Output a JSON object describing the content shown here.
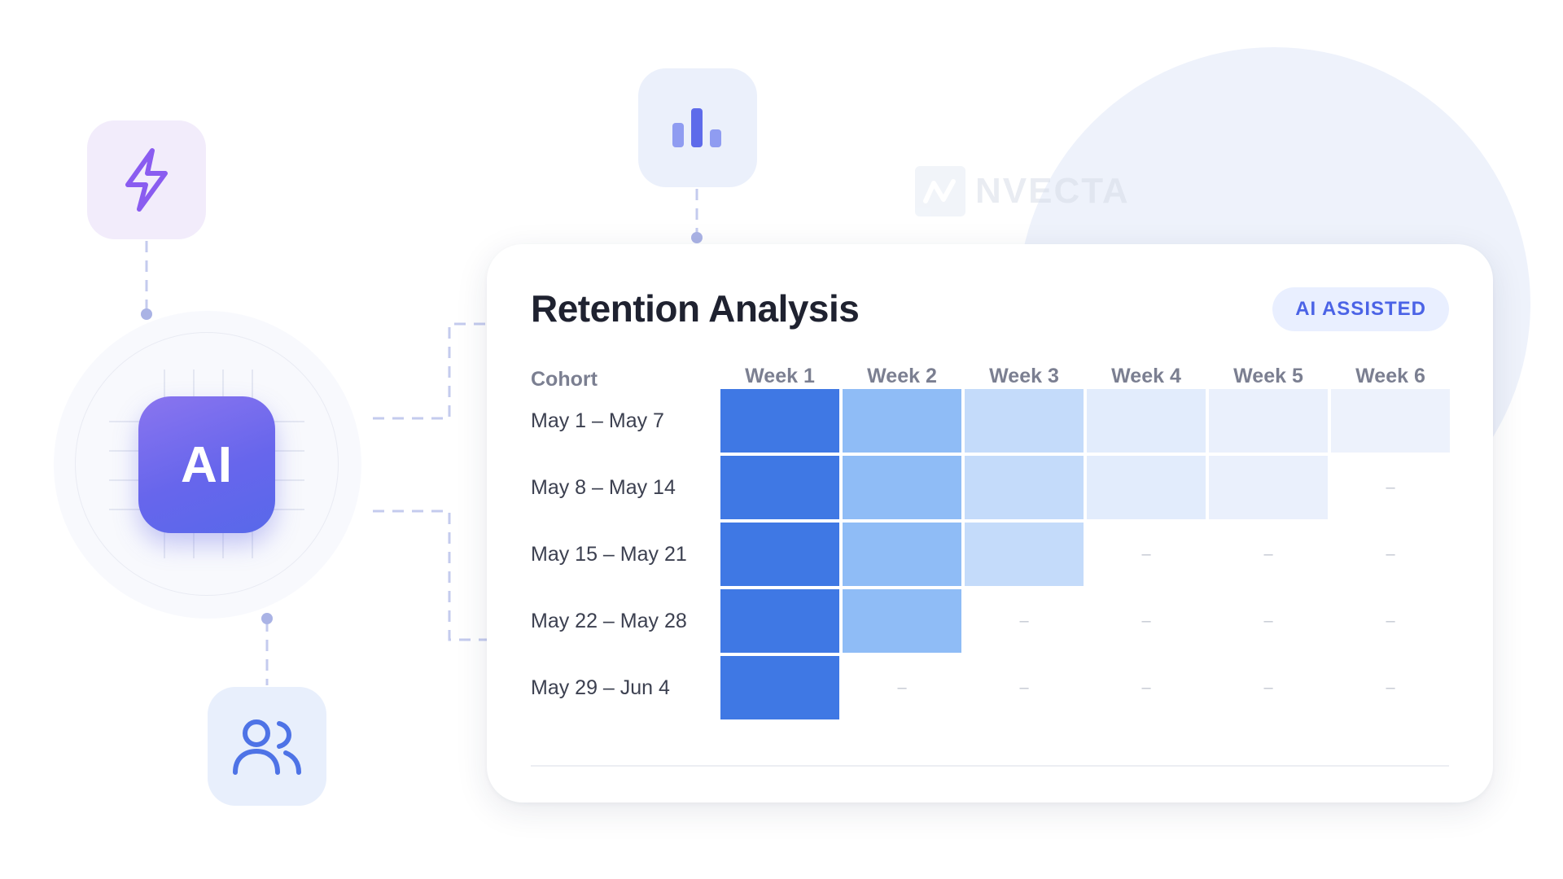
{
  "watermark": {
    "brand": "NVECTA"
  },
  "icons": {
    "bolt": "lightning-bolt-icon",
    "chart": "bar-chart-icon",
    "users": "users-icon",
    "ai_chip": "ai-chip-icon"
  },
  "ai_chip": {
    "label": "AI"
  },
  "colors": {
    "week1": "#3f78e4",
    "week2": "#8fbcf6",
    "week3": "#c4dbfa",
    "week4": "#e2ecfc",
    "week5": "#eaf0fc",
    "week6": "#edf2fc",
    "brand_purple": "#8a5cf0",
    "brand_indigo": "#6766ec",
    "badge_text": "#4b63e6"
  },
  "card": {
    "title": "Retention Analysis",
    "badge": "AI ASSISTED",
    "cohort_header": "Cohort",
    "weeks": [
      "Week 1",
      "Week 2",
      "Week 3",
      "Week 4",
      "Week 5",
      "Week 6"
    ],
    "empty_marker": "–",
    "rows": [
      {
        "cohort": "May 1 – May 7",
        "filled_weeks": 6
      },
      {
        "cohort": "May 8 – May 14",
        "filled_weeks": 5
      },
      {
        "cohort": "May 15 – May 21",
        "filled_weeks": 3
      },
      {
        "cohort": "May 22 – May 28",
        "filled_weeks": 2
      },
      {
        "cohort": "May 29 – Jun 4",
        "filled_weeks": 1
      }
    ]
  }
}
